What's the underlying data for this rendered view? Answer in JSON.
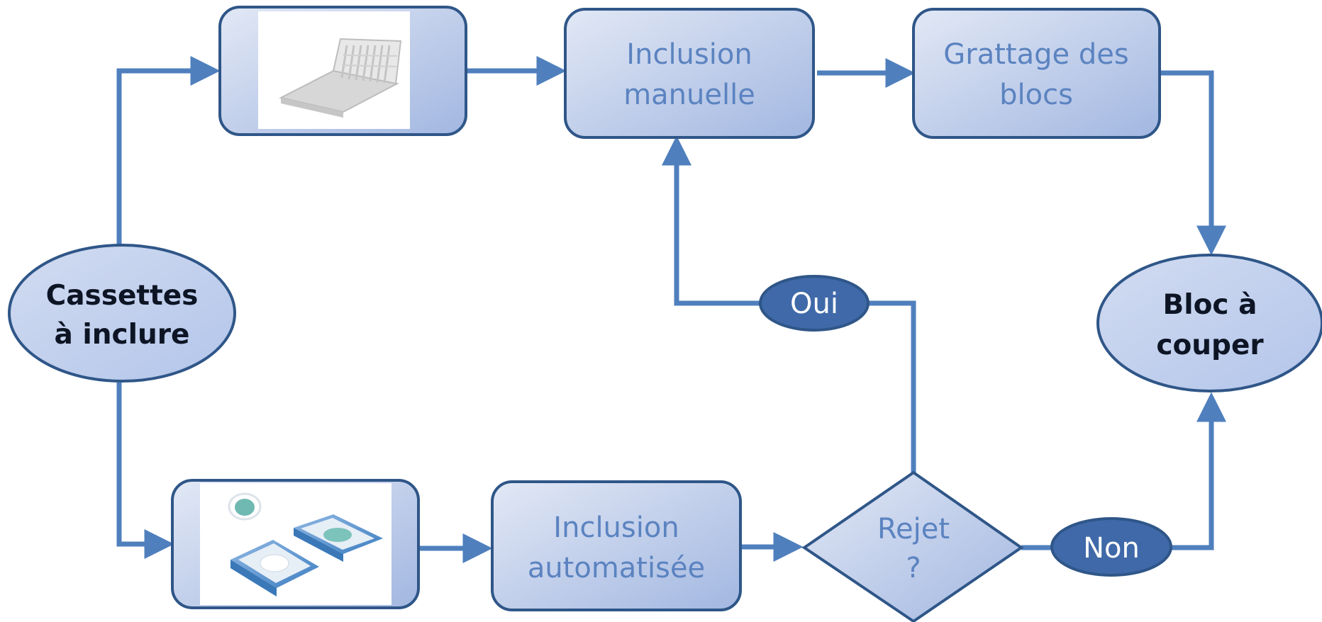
{
  "diagram": {
    "colors": {
      "stroke": "#2f5688",
      "arrow": "#4f7fbd",
      "fill_light": "#dfe6f4",
      "fill_dark": "#a3b8e2",
      "ellipse_fill": "#c3d1ee",
      "badge_fill": "#3f69a8",
      "label_blue": "#5b83c0"
    },
    "nodes": {
      "cassettes": {
        "line1": "Cassettes",
        "line2": "à inclure"
      },
      "inclusion_manuelle": {
        "line1": "Inclusion",
        "line2": "manuelle"
      },
      "grattage": {
        "line1": "Grattage des",
        "line2": "blocs"
      },
      "bloc_a_couper": {
        "line1": "Bloc à",
        "line2": "couper"
      },
      "inclusion_auto": {
        "line1": "Inclusion",
        "line2": "automatisée"
      },
      "rejet": {
        "line1": "Rejet",
        "line2": "?"
      },
      "oui": {
        "label": "Oui"
      },
      "non": {
        "label": "Non"
      }
    },
    "images": {
      "top": "cassette-photo",
      "bottom": "cassettes-with-sponge-photo"
    }
  }
}
